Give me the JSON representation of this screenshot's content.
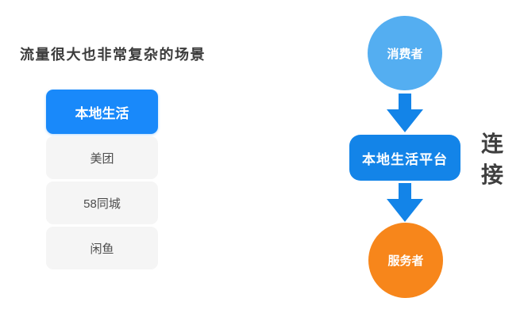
{
  "header": {
    "title": "流量很大也非常复杂的场景"
  },
  "list": {
    "items": [
      {
        "label": "本地生活",
        "selected": true
      },
      {
        "label": "美团",
        "selected": false
      },
      {
        "label": "58同城",
        "selected": false
      },
      {
        "label": "闲鱼",
        "selected": false
      }
    ]
  },
  "flow": {
    "consumer_label": "消费者",
    "platform_label": "本地生活平台",
    "provider_label": "服务者",
    "side_label": "连接",
    "arrow_icons": [
      "arrow-down-icon",
      "arrow-down-icon"
    ]
  },
  "colors": {
    "selected_item_blue": "#1989fa",
    "flow_blue": "#1384e8",
    "consumer_light_blue": "#54aef1",
    "provider_orange": "#f7861b",
    "item_gray_bg": "#f5f5f5",
    "dark_text": "#3c3c3c",
    "background": "#ffffff"
  }
}
